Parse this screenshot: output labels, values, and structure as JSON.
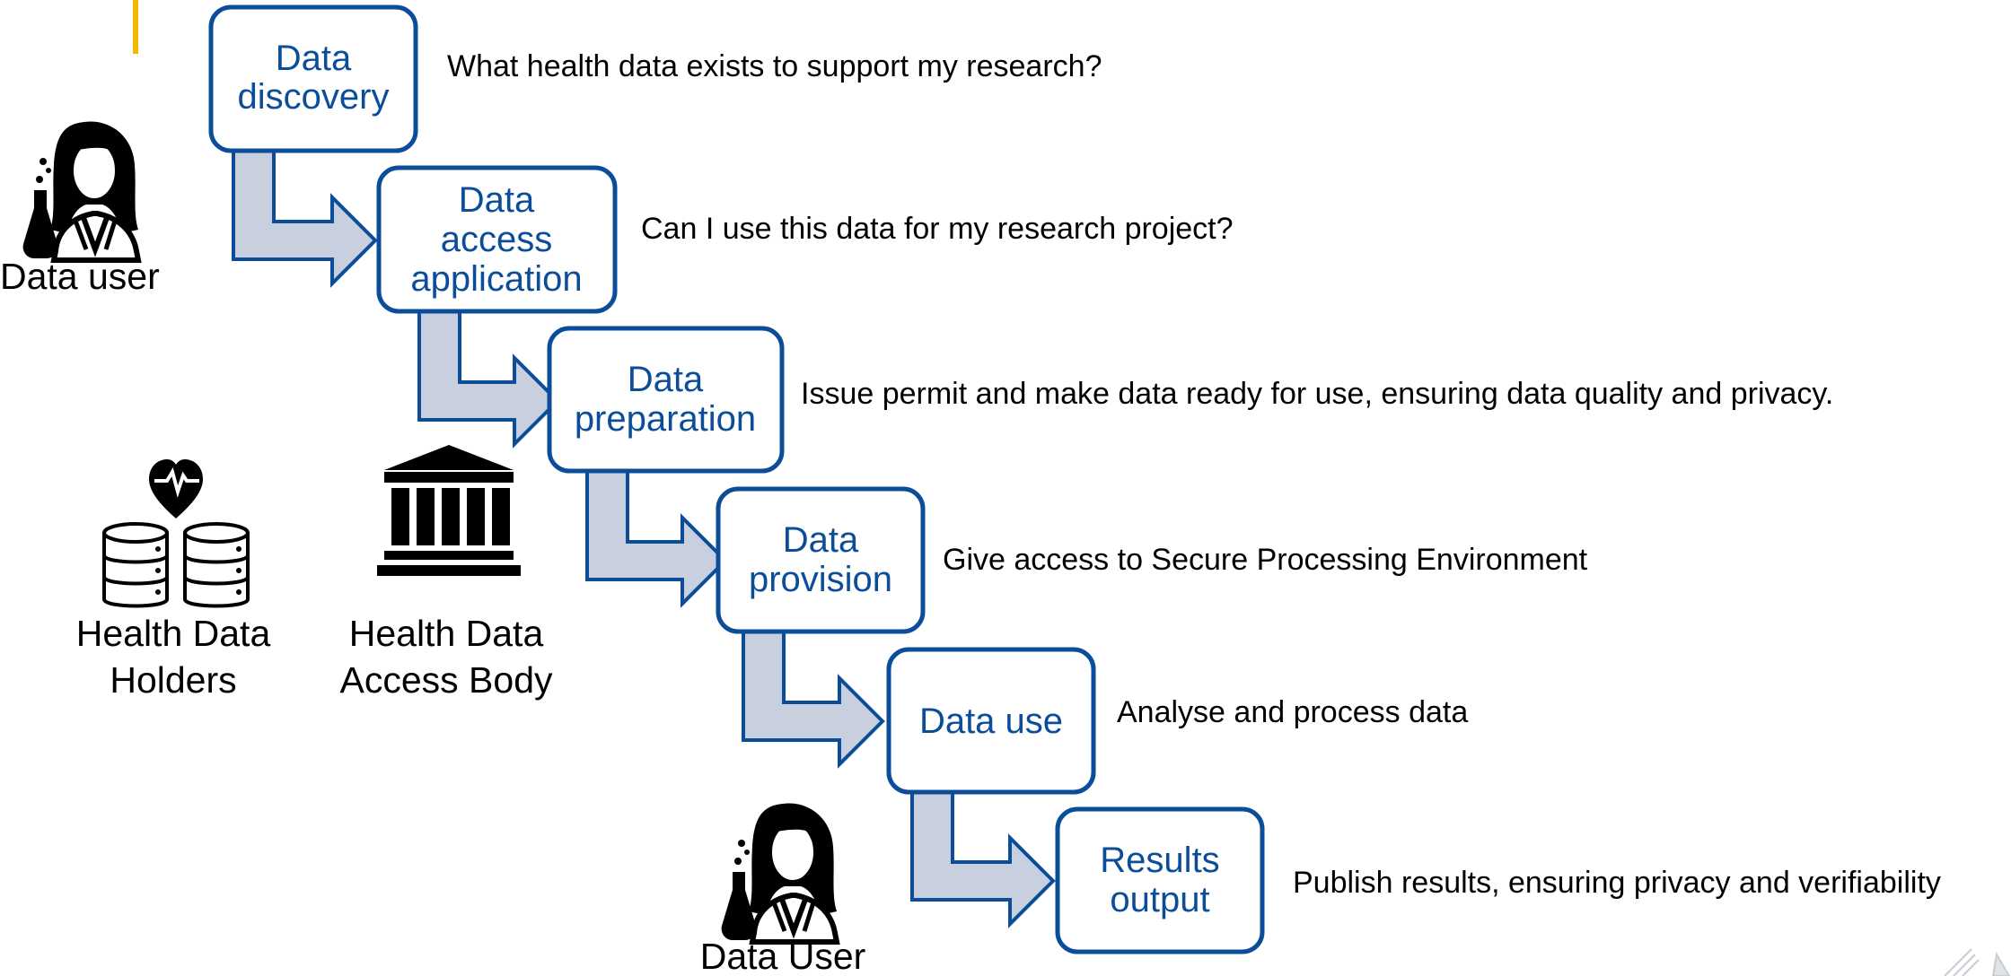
{
  "actors": {
    "data_user_top": "Data user",
    "health_data_holders": [
      "Health Data",
      "Holders"
    ],
    "health_data_access_body": [
      "Health Data",
      "Access Body"
    ],
    "data_user_bottom": "Data User"
  },
  "steps": [
    {
      "label": [
        "Data",
        "discovery"
      ],
      "description": "What health data exists to support my research?"
    },
    {
      "label": [
        "Data",
        "access",
        "application"
      ],
      "description": "Can I use this data for my research project?"
    },
    {
      "label": [
        "Data",
        "preparation"
      ],
      "description": "Issue permit and make data ready for use, ensuring data quality and privacy."
    },
    {
      "label": [
        "Data",
        "provision"
      ],
      "description": "Give access to Secure Processing Environment"
    },
    {
      "label": [
        "Data use"
      ],
      "description": "Analyse and process data"
    },
    {
      "label": [
        "Results",
        "output"
      ],
      "description": "Publish results, ensuring privacy and verifiability"
    }
  ],
  "colors": {
    "step_border": "#0c4d9a",
    "step_text": "#0c4d9a",
    "arrow_fill": "#c8cfdf",
    "arrow_stroke": "#0c4d9a",
    "accent_bar": "#f5b800",
    "icon_fill": "#000000"
  },
  "icons": {
    "data_user": "scientist-with-flask-icon",
    "health_data_holders": "heart-pulse-database-icon",
    "health_data_access_body": "institution-building-icon"
  }
}
